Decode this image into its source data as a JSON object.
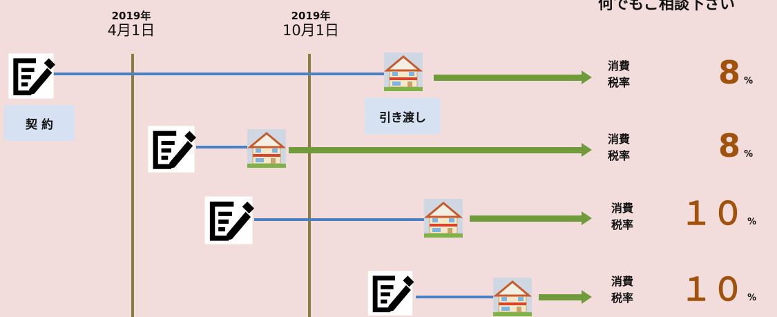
{
  "top_note": "何でもご相談下さい",
  "dates": [
    {
      "year": "2019年",
      "monthday": "4月1日"
    },
    {
      "year": "2019年",
      "monthday": "10月1日"
    }
  ],
  "labels": {
    "contract": "契 約",
    "delivery": "引き渡し"
  },
  "rows": [
    {
      "tax_label_1": "消費",
      "tax_label_2": "税率",
      "rate": "8",
      "unit": "%"
    },
    {
      "tax_label_1": "消費",
      "tax_label_2": "税率",
      "rate": "8",
      "unit": "%"
    },
    {
      "tax_label_1": "消費",
      "tax_label_2": "税率",
      "rate": "１０",
      "unit": "%"
    },
    {
      "tax_label_1": "消費",
      "tax_label_2": "税率",
      "rate": "１０",
      "unit": "%"
    }
  ],
  "colors": {
    "background": "#f2dcdc",
    "timeline": "#8c7a40",
    "contract_line": "#4a7fc1",
    "arrow": "#6f9b3a",
    "rate": "#a0520d"
  },
  "icons": [
    "contract-document-icon",
    "house-icon",
    "arrow-icon"
  ]
}
